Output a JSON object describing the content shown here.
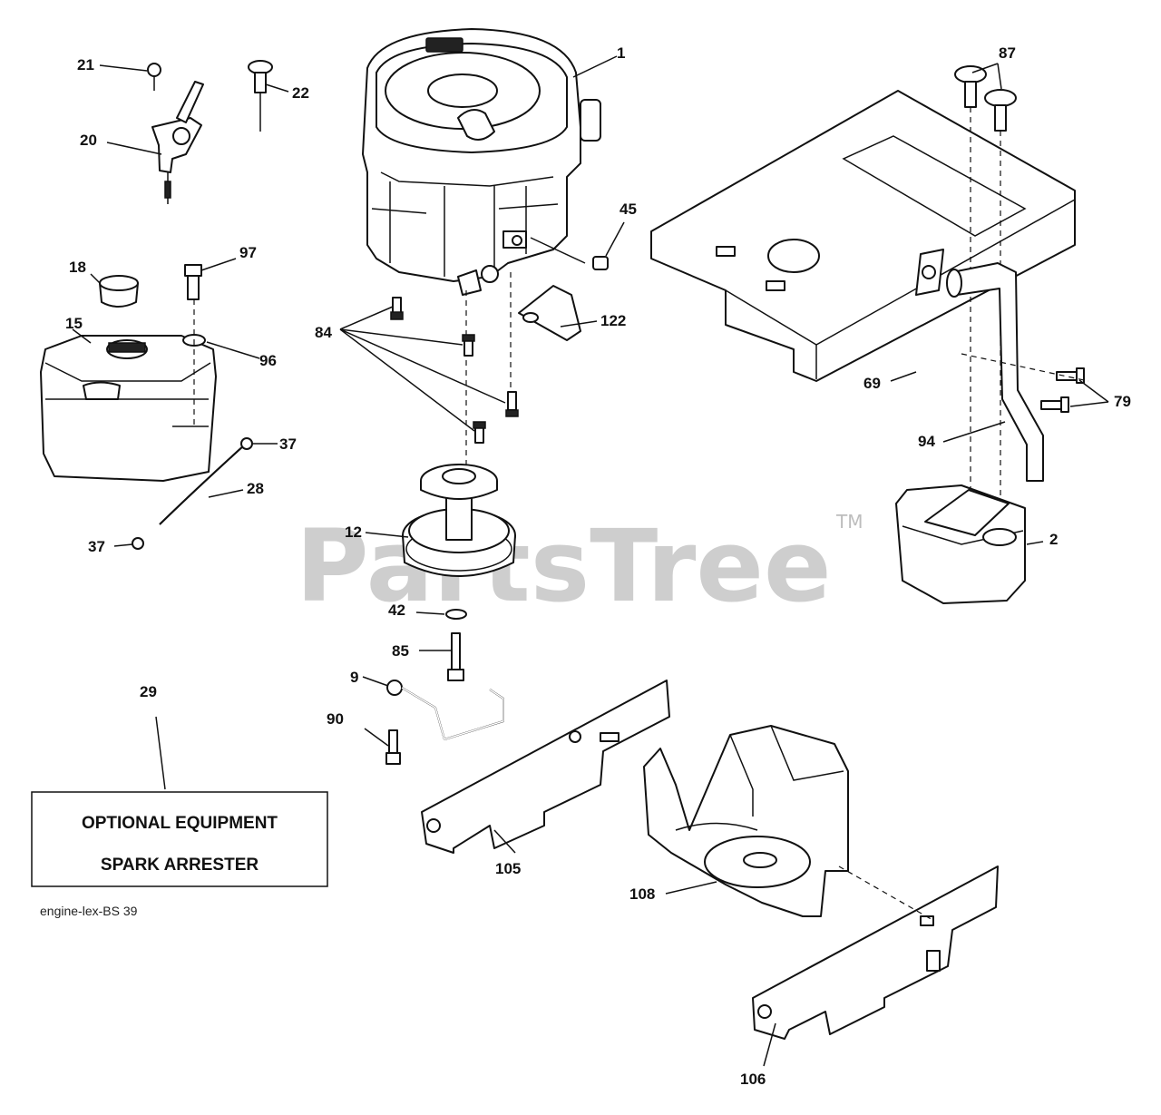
{
  "watermark": {
    "text": "PartsTree",
    "trademark": "TM"
  },
  "callouts": {
    "c1": "1",
    "c2": "2",
    "c9": "9",
    "c12": "12",
    "c15": "15",
    "c18": "18",
    "c20": "20",
    "c21": "21",
    "c22": "22",
    "c28": "28",
    "c29": "29",
    "c37a": "37",
    "c37b": "37",
    "c42": "42",
    "c45": "45",
    "c69": "69",
    "c79": "79",
    "c84": "84",
    "c85": "85",
    "c87": "87",
    "c90": "90",
    "c94": "94",
    "c96": "96",
    "c97": "97",
    "c105": "105",
    "c106": "106",
    "c108": "108",
    "c122": "122"
  },
  "optional_box": {
    "line1": "OPTIONAL EQUIPMENT",
    "line2": "SPARK ARRESTER"
  },
  "drawing_code": "engine-lex-BS  39"
}
